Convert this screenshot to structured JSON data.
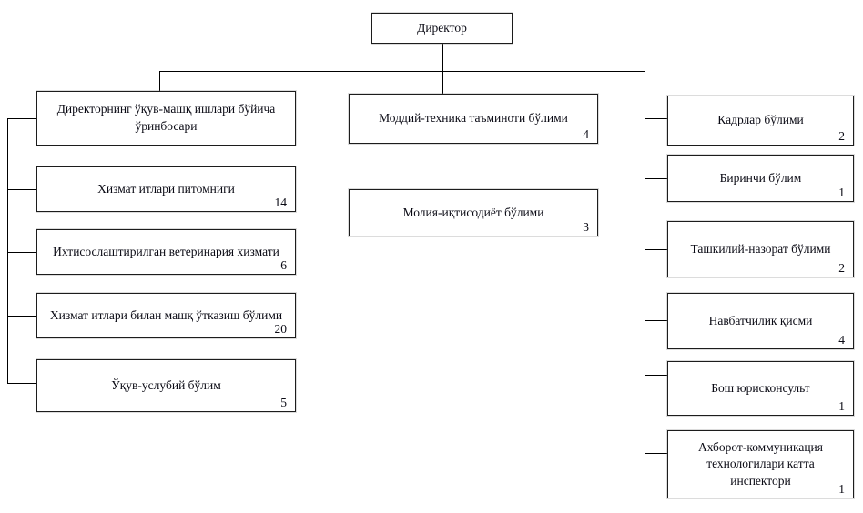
{
  "page": {
    "type": "organizational-chart",
    "background_color": "#ffffff",
    "box_border_color": "#1c1c1c",
    "line_color": "#000000"
  },
  "org": {
    "root": {
      "label": "Директор",
      "count": ""
    },
    "left": [
      {
        "label": "Директорнинг ўқув-машқ ишлари бўйича ўринбосари",
        "count": ""
      },
      {
        "label": "Хизмат итлари питомниги",
        "count": "14"
      },
      {
        "label": "Ихтисослаштирилган ветеринария хизмати",
        "count": "6"
      },
      {
        "label": "Хизмат итлари билан машқ ўтказиш бўлими",
        "count": "20"
      },
      {
        "label": "Ўқув-услубий бўлим",
        "count": "5"
      }
    ],
    "middle": [
      {
        "label": "Моддий-техника таъминоти бўлими",
        "count": "4"
      },
      {
        "label": "Молия-иқтисодиёт бўлими",
        "count": "3"
      }
    ],
    "right": [
      {
        "label": "Кадрлар бўлими",
        "count": "2"
      },
      {
        "label": "Биринчи бўлим",
        "count": "1"
      },
      {
        "label": "Ташкилий-назорат бўлими",
        "count": "2"
      },
      {
        "label": "Навбатчилик қисми",
        "count": "4"
      },
      {
        "label": "Бош юрисконсульт",
        "count": "1"
      },
      {
        "label": "Ахборот-коммуникация технологилари катта инспектори",
        "count": "1"
      }
    ]
  }
}
